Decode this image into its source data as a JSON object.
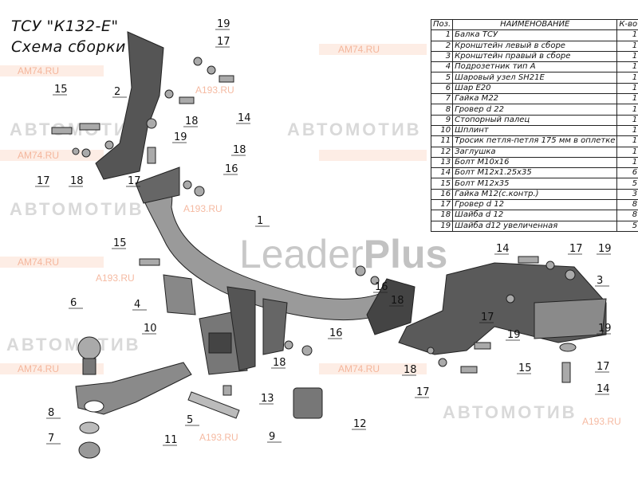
{
  "title": {
    "line1": "ТСУ \"К132-Е\"",
    "line2": "Схема сборки"
  },
  "watermarks": {
    "brand": "Leader",
    "brand_bold": "Plus",
    "site1": "AM74.RU",
    "site2": "A193.RU",
    "logo_text": "АВТОМОТИВ"
  },
  "table": {
    "headers": {
      "pos": "Поз.",
      "name": "НАИМЕНОВАНИЕ",
      "qty": "К-во"
    },
    "rows": [
      {
        "pos": "1",
        "name": "Балка ТСУ",
        "qty": "1"
      },
      {
        "pos": "2",
        "name": "Кронштейн левый в сборе",
        "qty": "1"
      },
      {
        "pos": "3",
        "name": "Кронштейн правый в сборе",
        "qty": "1"
      },
      {
        "pos": "4",
        "name": "Подрозетник тип А",
        "qty": "1"
      },
      {
        "pos": "5",
        "name": "Шаровый узел SH21E",
        "qty": "1"
      },
      {
        "pos": "6",
        "name": "Шар E20",
        "qty": "1"
      },
      {
        "pos": "7",
        "name": "Гайка М22",
        "qty": "1"
      },
      {
        "pos": "8",
        "name": "Гровер d 22",
        "qty": "1"
      },
      {
        "pos": "9",
        "name": "Стопорный палец",
        "qty": "1"
      },
      {
        "pos": "10",
        "name": "Шплинт",
        "qty": "1"
      },
      {
        "pos": "11",
        "name": "Тросик петля-петля 175 мм в оплетке",
        "qty": "1"
      },
      {
        "pos": "12",
        "name": "Заглушка",
        "qty": "1"
      },
      {
        "pos": "13",
        "name": "Болт М10х16",
        "qty": "1"
      },
      {
        "pos": "14",
        "name": "Болт М12х1.25х35",
        "qty": "6"
      },
      {
        "pos": "15",
        "name": "Болт М12х35",
        "qty": "5"
      },
      {
        "pos": "16",
        "name": "Гайка М12(с.контр.)",
        "qty": "3"
      },
      {
        "pos": "17",
        "name": "Гровер d 12",
        "qty": "8"
      },
      {
        "pos": "18",
        "name": "Шайба d 12",
        "qty": "8"
      },
      {
        "pos": "19",
        "name": "Шайба d12 увеличенная",
        "qty": "5"
      }
    ]
  },
  "callouts": [
    "19",
    "17",
    "2",
    "15",
    "18",
    "19",
    "14",
    "17",
    "18",
    "17",
    "18",
    "16",
    "1",
    "15",
    "16",
    "18",
    "4",
    "6",
    "10",
    "16",
    "18",
    "13",
    "5",
    "12",
    "8",
    "11",
    "7",
    "9",
    "14",
    "17",
    "19",
    "3",
    "17",
    "19",
    "19",
    "15",
    "17",
    "18",
    "17",
    "14"
  ]
}
